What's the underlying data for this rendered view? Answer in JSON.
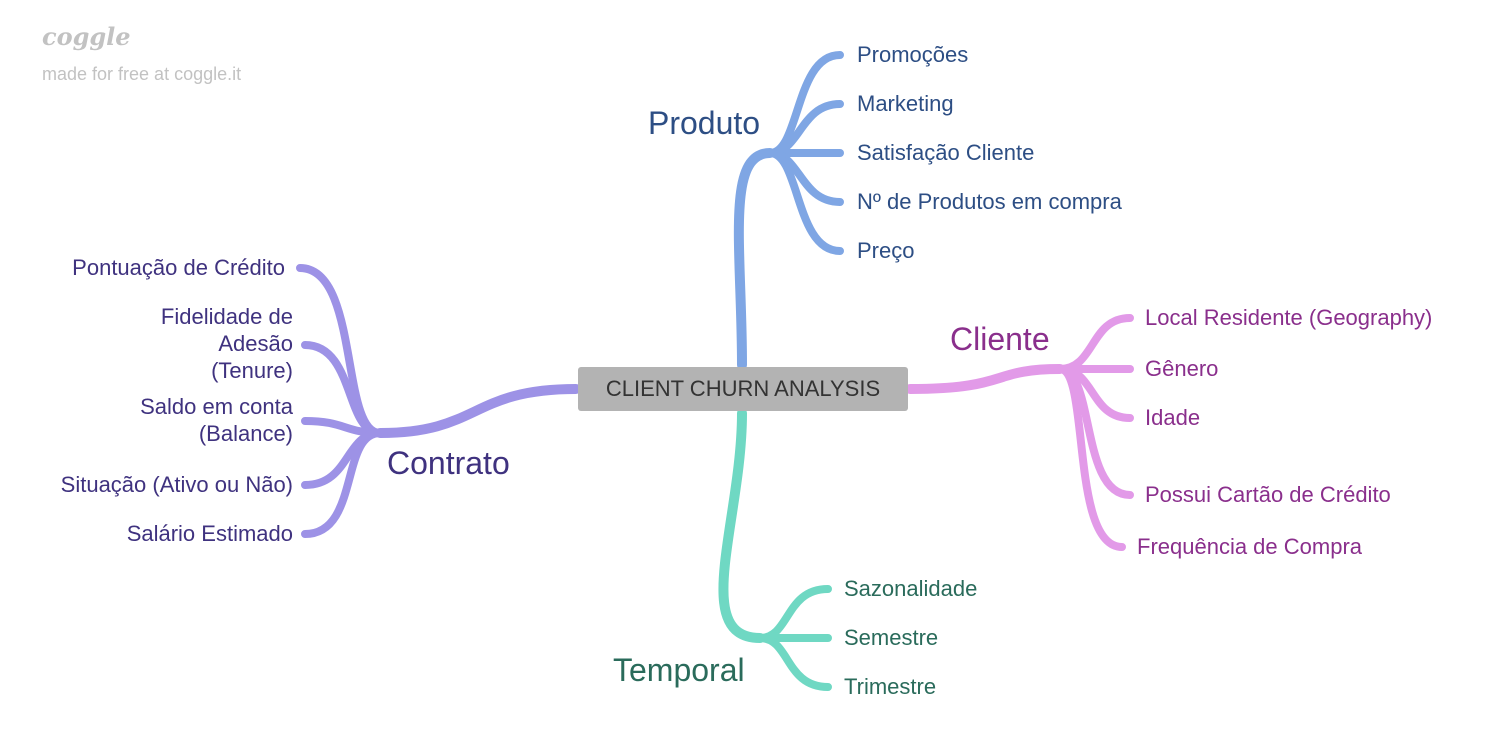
{
  "brand": {
    "logo": "coggle",
    "tagline": "made for free at coggle.it"
  },
  "root": {
    "label": "CLIENT CHURN ANALYSIS"
  },
  "colors": {
    "produto": "#7fa6e4",
    "cliente": "#e29ae8",
    "contrato": "#9d92e6",
    "temporal": "#6fd8c3"
  },
  "branches": {
    "produto": {
      "label": "Produto",
      "items": [
        "Promoções",
        "Marketing",
        "Satisfação Cliente",
        "Nº de Produtos em compra",
        "Preço"
      ]
    },
    "cliente": {
      "label": "Cliente",
      "items": [
        "Local Residente (Geography)",
        "Gênero",
        "Idade",
        "Possui Cartão de Crédito",
        "Frequência de Compra"
      ]
    },
    "contrato": {
      "label": "Contrato",
      "items": [
        "Pontuação de Crédito",
        "Fidelidade de\nAdesão\n(Tenure)",
        "Saldo em conta\n(Balance)",
        "Situação (Ativo ou Não)",
        "Salário Estimado"
      ]
    },
    "temporal": {
      "label": "Temporal",
      "items": [
        "Sazonalidade",
        "Semestre",
        "Trimestre"
      ]
    }
  }
}
